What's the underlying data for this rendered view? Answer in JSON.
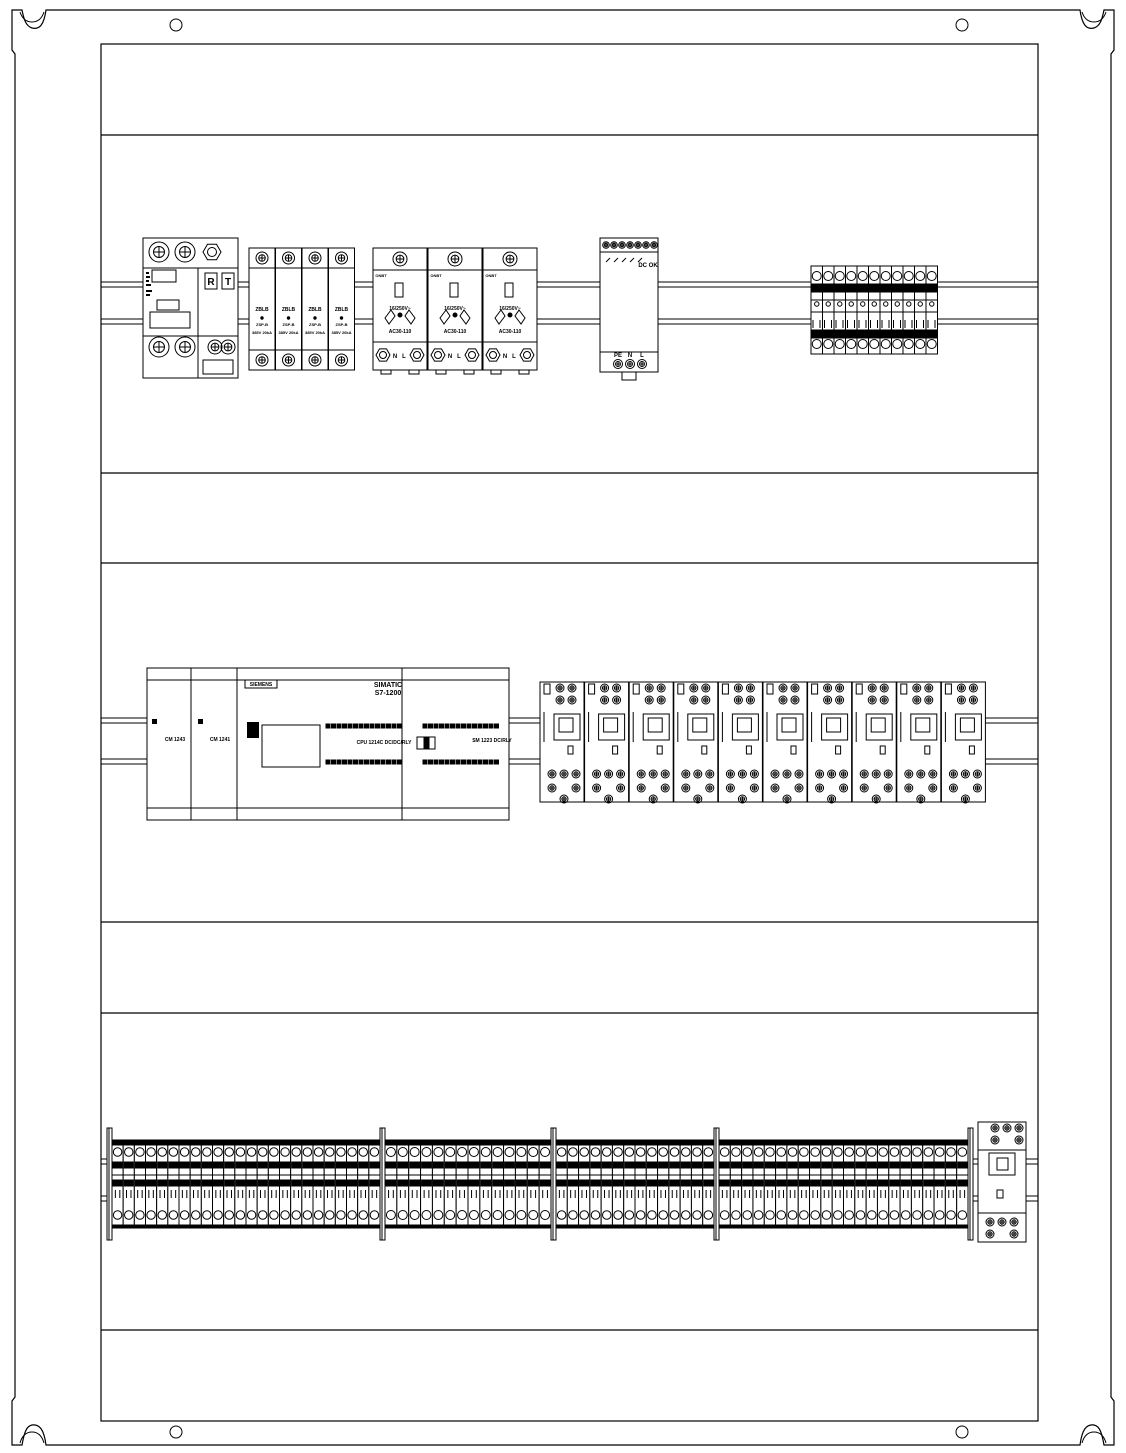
{
  "breaker": {
    "labels": [
      "R",
      "T"
    ]
  },
  "spd": {
    "brand": "ZBLB",
    "model": "ZSP-B",
    "rating": "385V 20kA"
  },
  "sockets": {
    "top_label": "ONBT",
    "rating": "16/250V~",
    "model": "AC30-110",
    "terminal_n": "N",
    "terminal_l": "L"
  },
  "psu": {
    "output_label": "DC OK",
    "input_labels": [
      "PE",
      "N",
      "L"
    ]
  },
  "plc": {
    "cm_labels": [
      "CM 1243\n",
      "CM 1241\n"
    ],
    "brand": "SIEMENS",
    "model_line1": "SIMATIC",
    "model_line2": "S7-1200",
    "cpu_label": "CPU 1214C\nDC/DC/RLY",
    "sm_label": "SM 1223\nDC/RLY"
  },
  "relays": {
    "count": 10
  },
  "terminal_rows": {
    "group_sizes": [
      24,
      14,
      14,
      22
    ]
  }
}
